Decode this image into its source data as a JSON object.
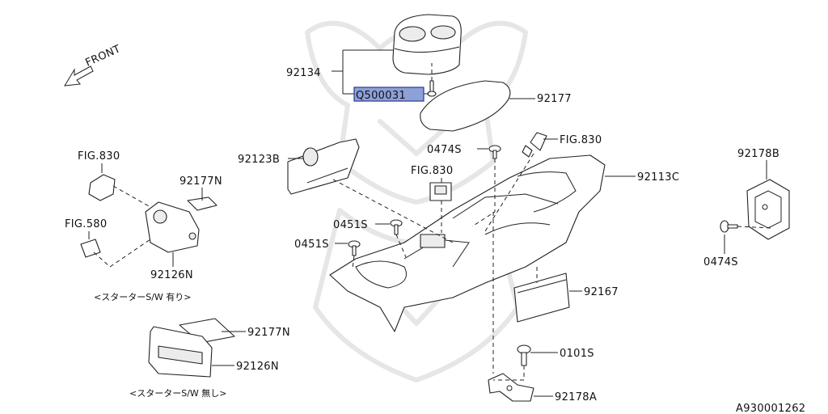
{
  "diagram": {
    "front_arrow_label": "FRONT",
    "drawing_number": "A930001262",
    "highlighted_part": "Q500031",
    "highlight_color": "#8ea0d8",
    "callouts": {
      "p92134": "92134",
      "q500031": "Q500031",
      "p92177": "92177",
      "p0474s_top": "0474S",
      "fig830_top": "FIG.830",
      "p92123b": "92123B",
      "p92113c": "92113C",
      "fig830_mid": "FIG.830",
      "p0451s_a": "0451S",
      "p0451s_b": "0451S",
      "fig830_left": "FIG.830",
      "p92177n_a": "92177N",
      "fig580": "FIG.580",
      "p92126n_a": "92126N",
      "p92177n_b": "92177N",
      "p92126n_b": "92126N",
      "p92167": "92167",
      "p0101s": "0101S",
      "p92178a": "92178A",
      "p92178b": "92178B",
      "p0474s_right": "0474S"
    },
    "captions": {
      "with_starter": "<スターターS/W 有り>",
      "without_starter": "<スターターS/W 無し>"
    }
  }
}
